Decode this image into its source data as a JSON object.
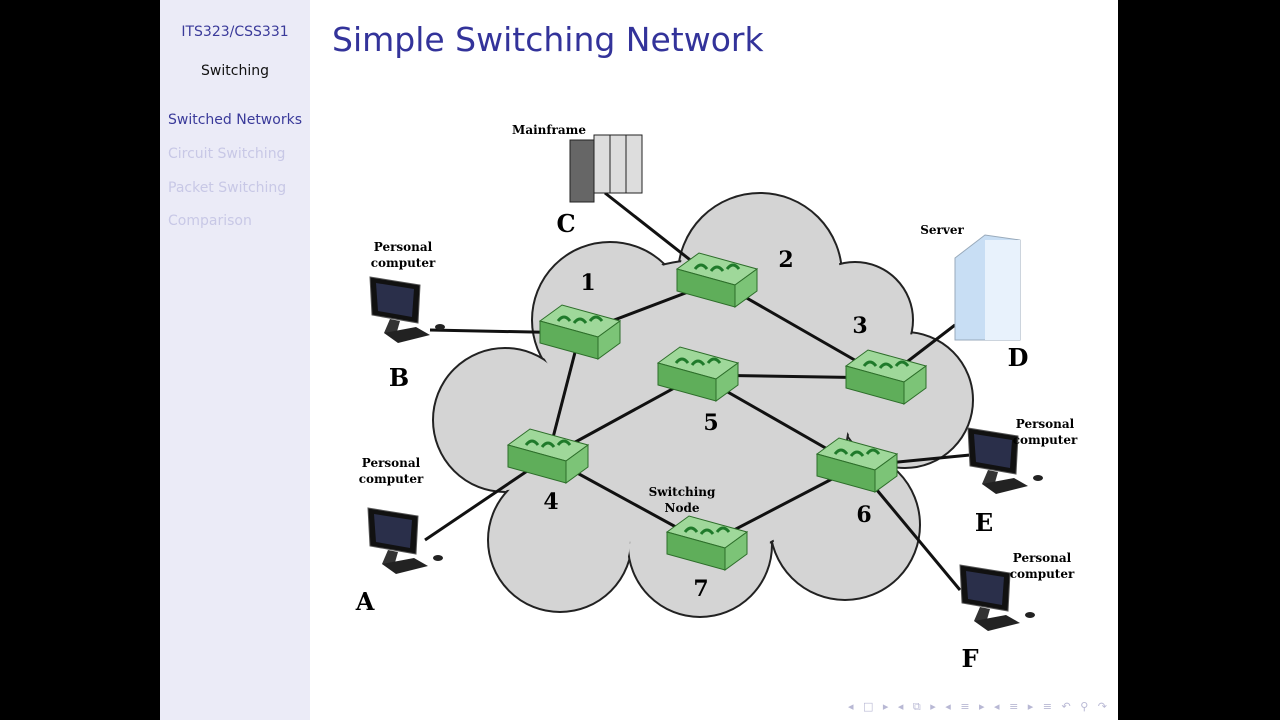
{
  "sidebar": {
    "course": "ITS323/CSS331",
    "section": "Switching",
    "items": [
      {
        "label": "Switched Networks",
        "active": true
      },
      {
        "label": "Circuit Switching",
        "active": false
      },
      {
        "label": "Packet Switching",
        "active": false
      },
      {
        "label": "Comparison",
        "active": false
      }
    ]
  },
  "title": "Simple Switching Network",
  "diagram": {
    "devices": {
      "mainframe": {
        "caption": "Mainframe",
        "letter": "C"
      },
      "server": {
        "caption": "Server",
        "letter": "D"
      },
      "pc_b": {
        "caption": "Personal computer",
        "letter": "B"
      },
      "pc_a": {
        "caption": "Personal computer",
        "letter": "A"
      },
      "pc_e": {
        "caption": "Personal computer",
        "letter": "E"
      },
      "pc_f": {
        "caption": "Personal computer",
        "letter": "F"
      }
    },
    "switching_node_caption": "Switching Node",
    "nodes": [
      "1",
      "2",
      "3",
      "4",
      "5",
      "6",
      "7"
    ],
    "colors": {
      "cloud": "#d4d4d4",
      "switch": "#9fd89a",
      "switch_dark": "#5fae5a",
      "accent": "#33339a"
    }
  },
  "nav": {
    "symbols": "◂ □ ▸ ◂ ⧉ ▸ ◂ ≡ ▸ ◂ ≡ ▸ ≡ ↶ ⚲ ↷"
  }
}
